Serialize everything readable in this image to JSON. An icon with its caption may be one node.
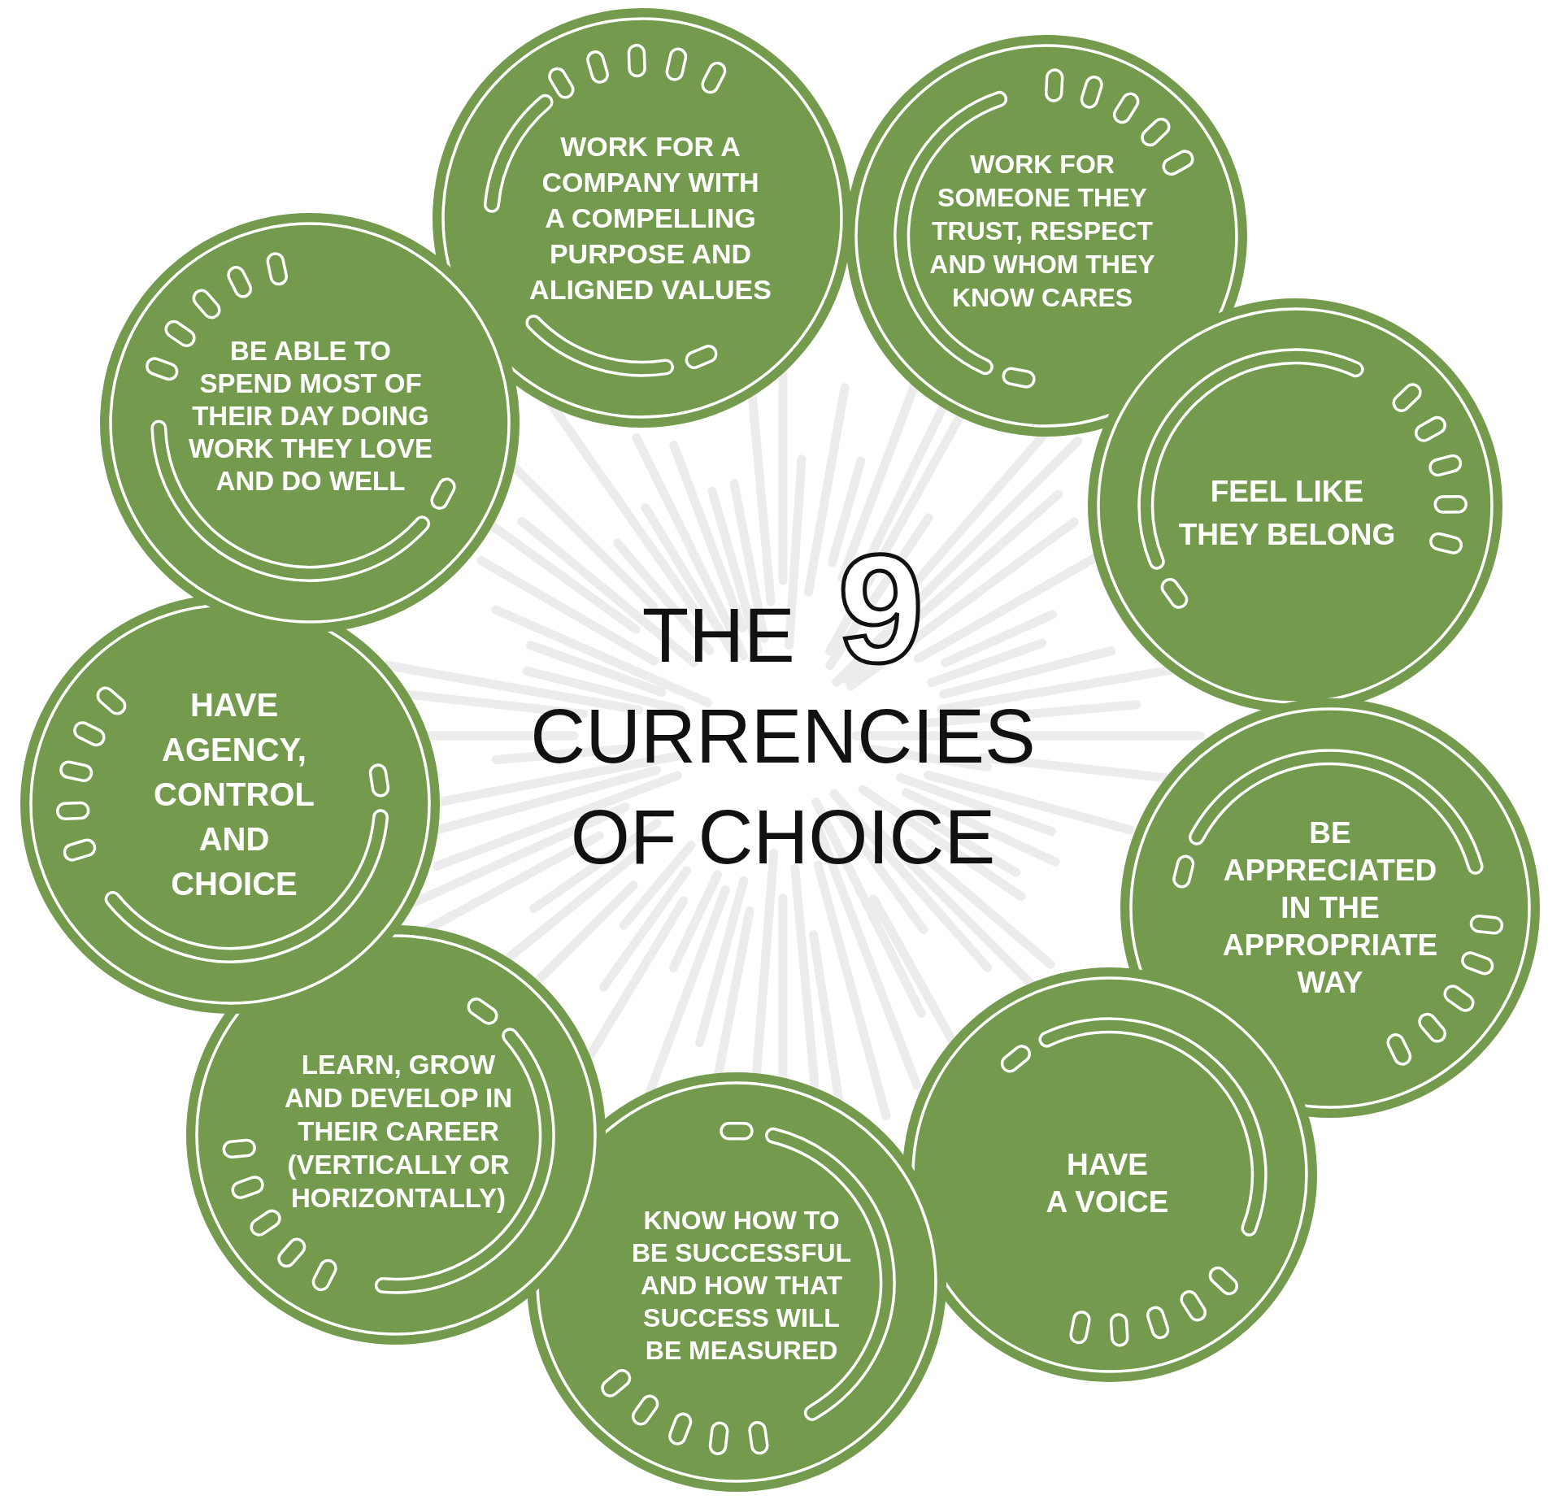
{
  "diagram": {
    "title": "THE 9 CURRENCIES OF CHOICE",
    "nodes": [
      {
        "text": [
          "WORK FOR A COMPANY WITH A COMPELLING PURPOSE AND ALIGNED VALUES"
        ]
      },
      {
        "text": [
          "WORK FOR SOMEONE THEY TRUST, RESPECT AND WHOM THEY KNOW CARES"
        ]
      },
      {
        "text": [
          "FEEL LIKE THEY BELONG"
        ]
      },
      {
        "text": [
          "BE APPRECIATED IN THE APPROPRIATE WAY"
        ]
      },
      {
        "text": [
          "HAVE A VOICE"
        ]
      },
      {
        "text": [
          "KNOW HOW TO BE SUCCESSFUL AND HOW THAT SUCCESS WILL BE MEASURED"
        ]
      },
      {
        "text": [
          "LEARN, GROW AND DEVELOP IN THEIR CAREER (VERTICALLY OR HORIZONTALLY)"
        ]
      },
      {
        "text": [
          "HAVE AGENCY, CONTROL AND CHOICE"
        ]
      },
      {
        "text": [
          "BE ABLE TO SPEND MOST OF THEIR DAY DOING WORK THEY LOVE AND DO WELL"
        ]
      }
    ]
  }
}
